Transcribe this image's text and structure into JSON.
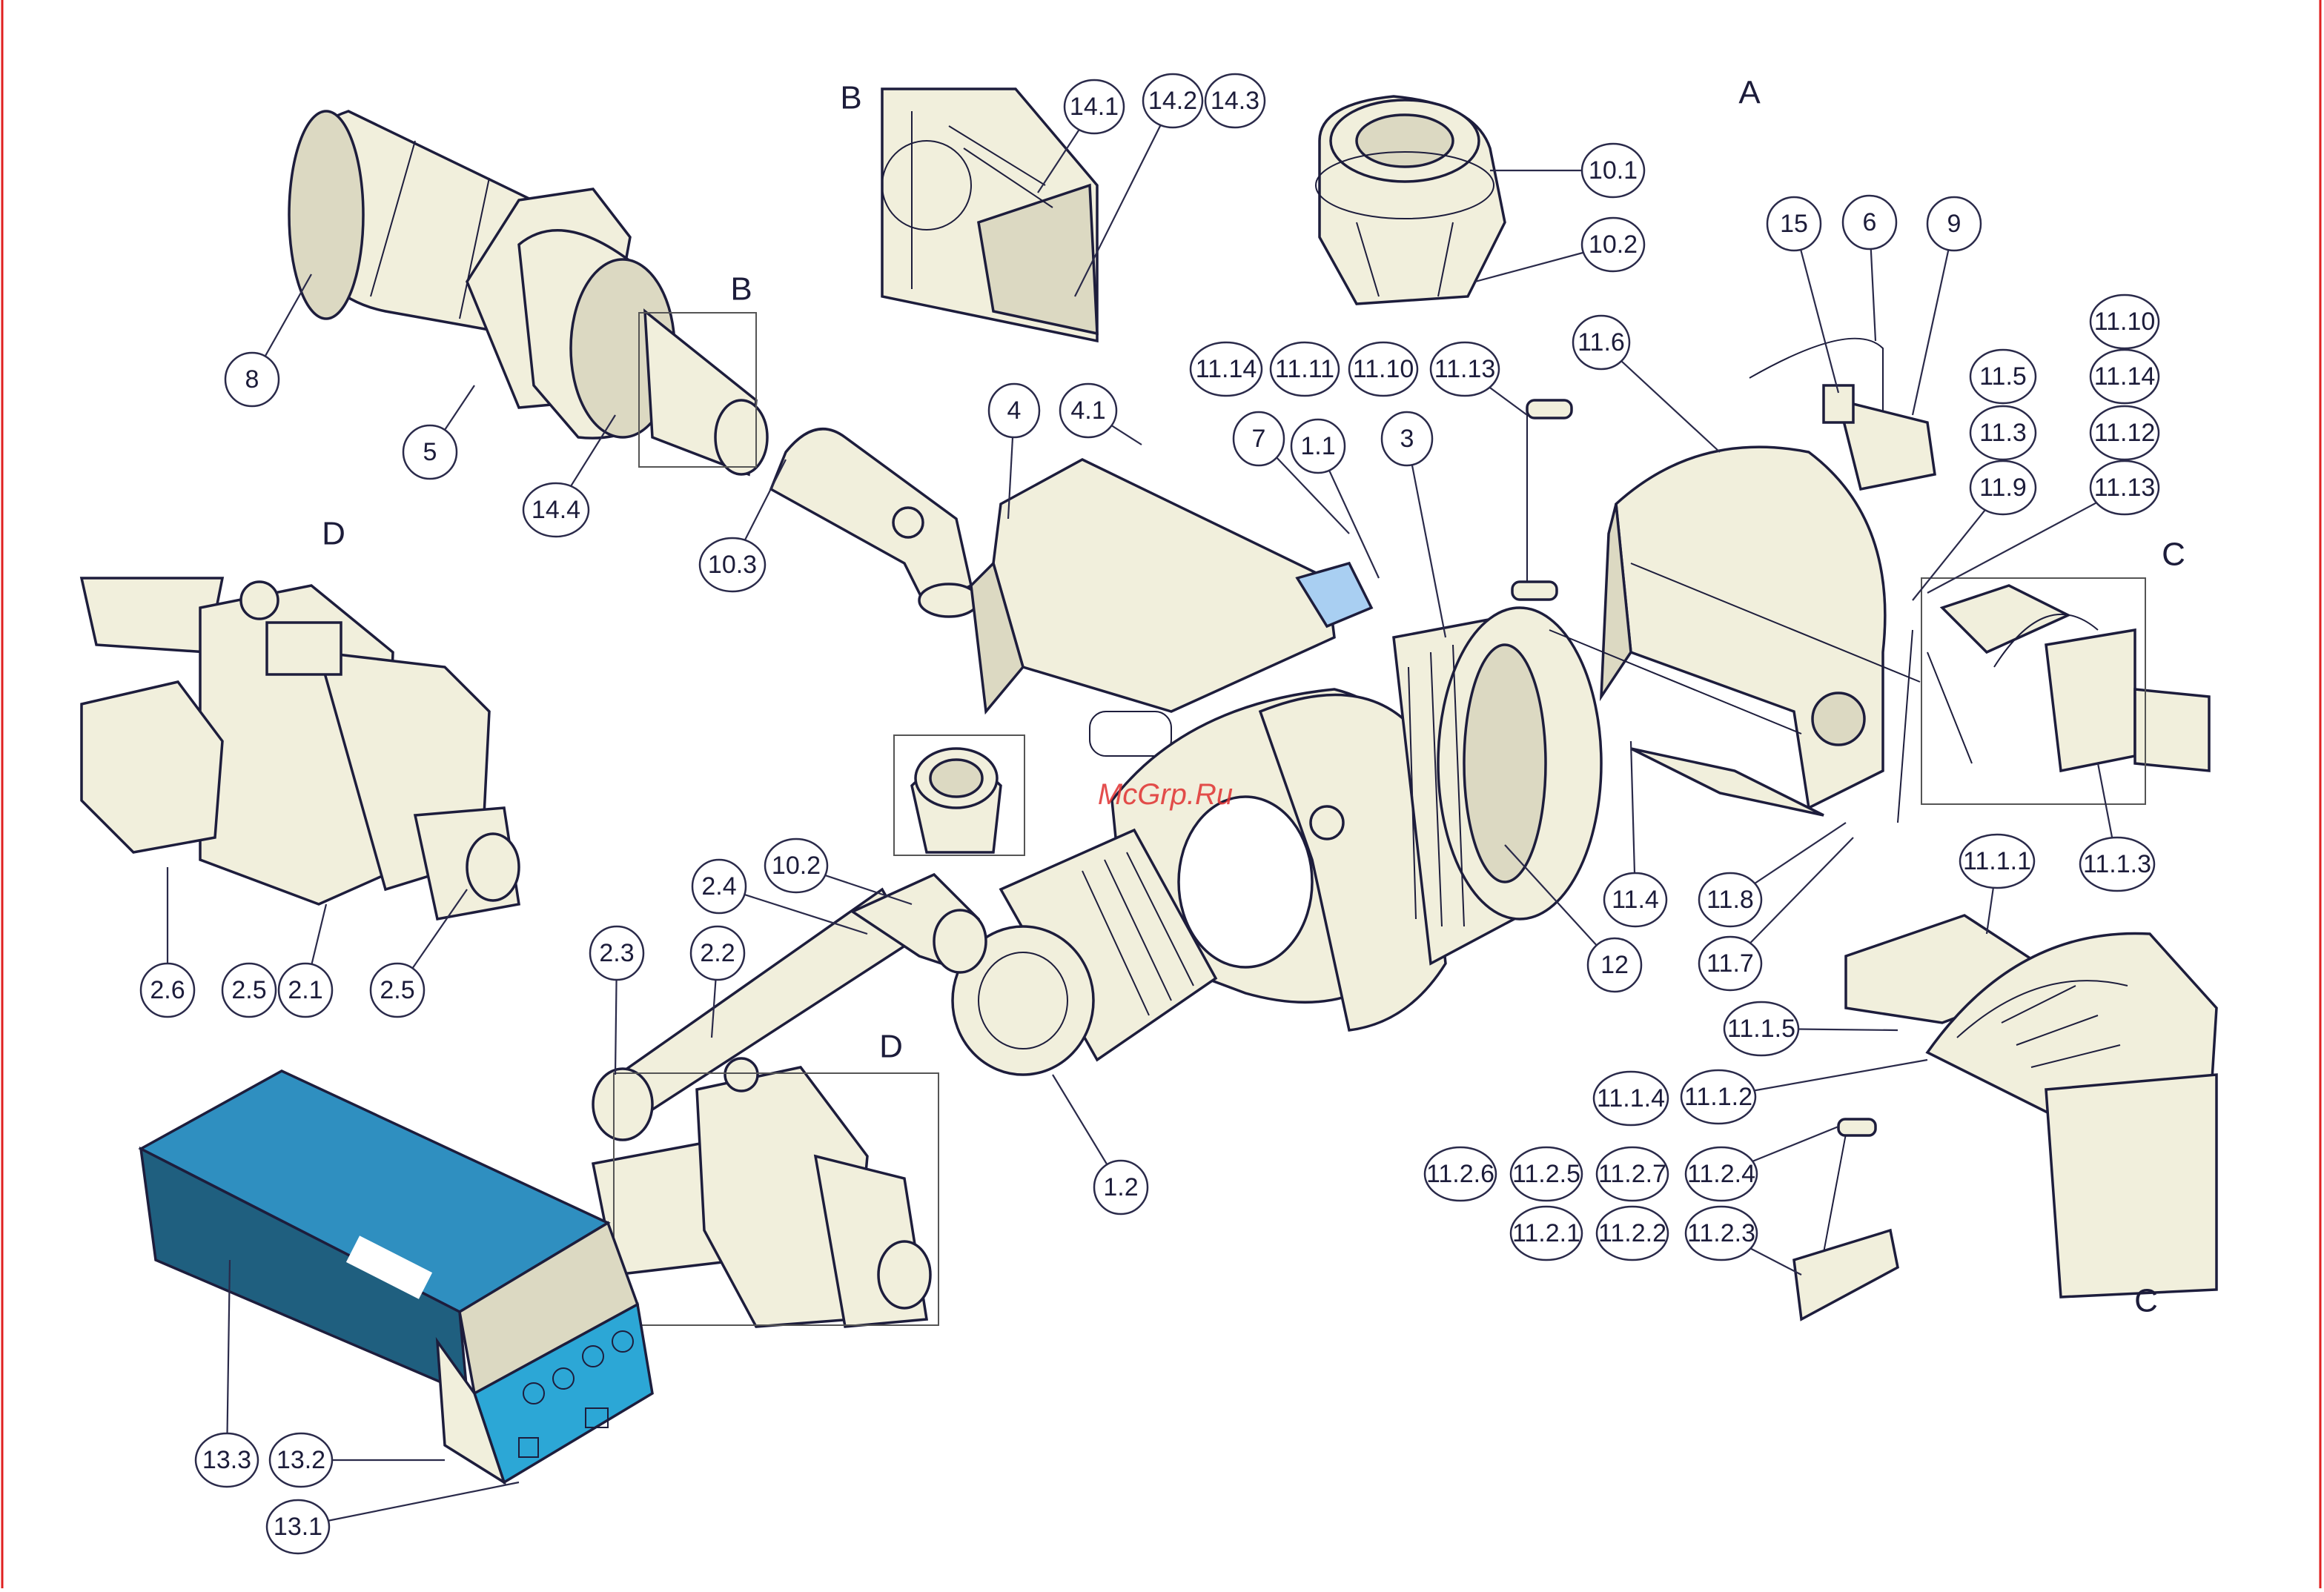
{
  "watermark": "McGrp.Ru",
  "section_letters": {
    "a": "A",
    "b_detail": "B",
    "b_view": "B",
    "c_top": "C",
    "c_bottom": "C",
    "d_top": "D",
    "d_bottom": "D"
  },
  "callouts": {
    "c8": "8",
    "c5": "5",
    "c14_4": "14.4",
    "c10_3": "10.3",
    "c14_1": "14.1",
    "c14_2": "14.2",
    "c14_3": "14.3",
    "c10_1": "10.1",
    "c10_2_top": "10.2",
    "c15": "15",
    "c6": "6",
    "c9": "9",
    "c11_14_a": "11.14",
    "c11_11": "11.11",
    "c11_10_a": "11.10",
    "c11_13_a": "11.13",
    "c11_6": "11.6",
    "c4": "4",
    "c4_1": "4.1",
    "c7": "7",
    "c1_1": "1.1",
    "c3": "3",
    "c11_5": "11.5",
    "c11_3": "11.3",
    "c11_9": "11.9",
    "c11_10_b": "11.10",
    "c11_14_b": "11.14",
    "c11_12": "11.12",
    "c11_13_b": "11.13",
    "c11_4": "11.4",
    "c11_8": "11.8",
    "c11_7": "11.7",
    "c12": "12",
    "c11_1_3": "11.1.3",
    "c11_1_1": "11.1.1",
    "c11_1_5": "11.1.5",
    "c11_1_4": "11.1.4",
    "c11_1_2": "11.1.2",
    "c11_2_6": "11.2.6",
    "c11_2_5": "11.2.5",
    "c11_2_7": "11.2.7",
    "c11_2_4": "11.2.4",
    "c11_2_1": "11.2.1",
    "c11_2_2": "11.2.2",
    "c11_2_3": "11.2.3",
    "c2_6": "2.6",
    "c2_5_a": "2.5",
    "c2_1": "2.1",
    "c2_5_b": "2.5",
    "c10_2_mid": "10.2",
    "c2_4": "2.4",
    "c2_3": "2.3",
    "c2_2": "2.2",
    "c1_2": "1.2",
    "c13_3": "13.3",
    "c13_2": "13.2",
    "c13_1": "13.1"
  },
  "colors": {
    "part_fill": "#f1efdc",
    "part_shade": "#dcd9c2",
    "outline": "#1d1d3c",
    "panel_blue": "#2f8fc0",
    "panel_face": "#2ca7d6",
    "window_blue": "#a9cff2",
    "frame_red": "#e02020"
  }
}
